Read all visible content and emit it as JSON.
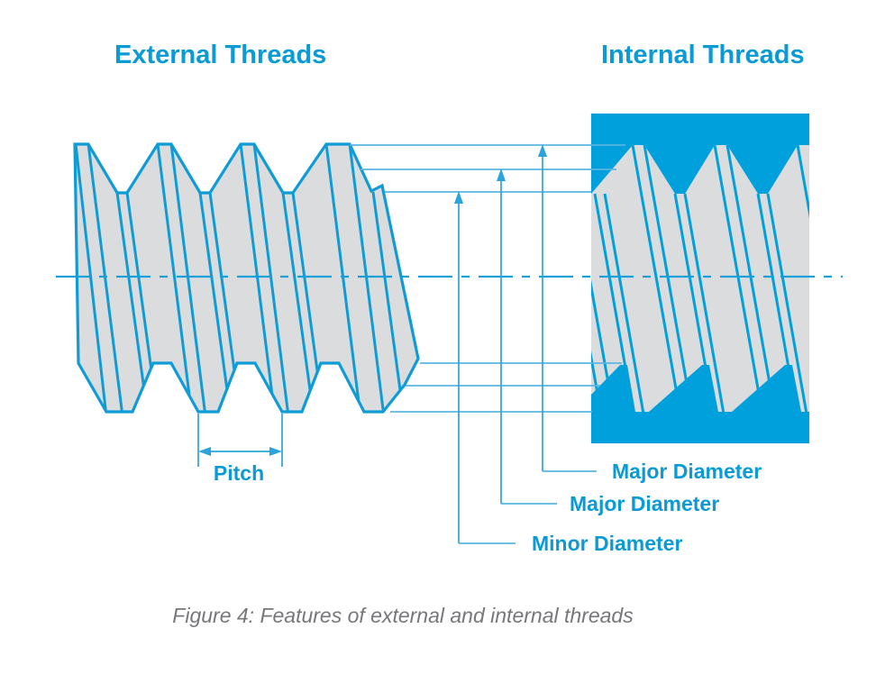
{
  "titles": {
    "external": "External Threads",
    "internal": "Internal Threads"
  },
  "dimension_labels": {
    "pitch": "Pitch",
    "major_diameter_top": "Major Diameter",
    "major_diameter_middle": "Major Diameter",
    "minor_diameter": "Minor Diameter"
  },
  "caption": "Figure 4: Features of external and internal threads",
  "colors": {
    "thread_outline_blue": "#0f9cd6",
    "internal_thread_fill_blue": "#00a0dc",
    "label_blue": "#0a9ad5",
    "dimension_line_blue": "#5ab5e2",
    "arrow_blue": "#2aa4da",
    "thread_body_gray": "#dbdcdd",
    "caption_gray": "#76777b",
    "background": "#ffffff"
  }
}
